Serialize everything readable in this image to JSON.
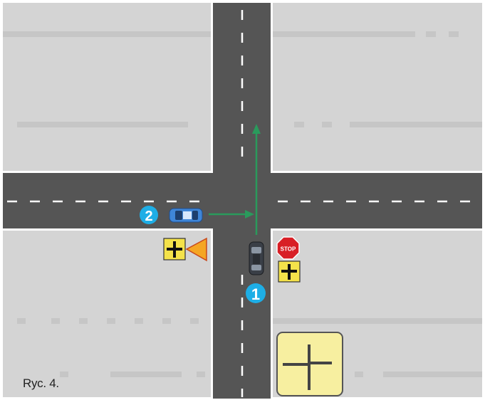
{
  "caption": "Ryc. 4.",
  "vehicles": [
    {
      "id": "1",
      "label": "1",
      "color": "#3a3f47",
      "description": "dark car heading north"
    },
    {
      "id": "2",
      "label": "2",
      "color": "#3f86d8",
      "description": "blue car heading east"
    }
  ],
  "signs": {
    "stop_text": "STOP"
  },
  "colors": {
    "road": "#555555",
    "block": "#d4d4d4",
    "block_stripe": "#c4c4c4",
    "curb": "#ffffff",
    "arrow": "#2a9a5c",
    "badge": "#1eaee6",
    "sign_yellow": "#f4e24a",
    "stop_red": "#d81f26",
    "warning_triangle": "#f5a623",
    "info_panel": "#f7efa0"
  }
}
